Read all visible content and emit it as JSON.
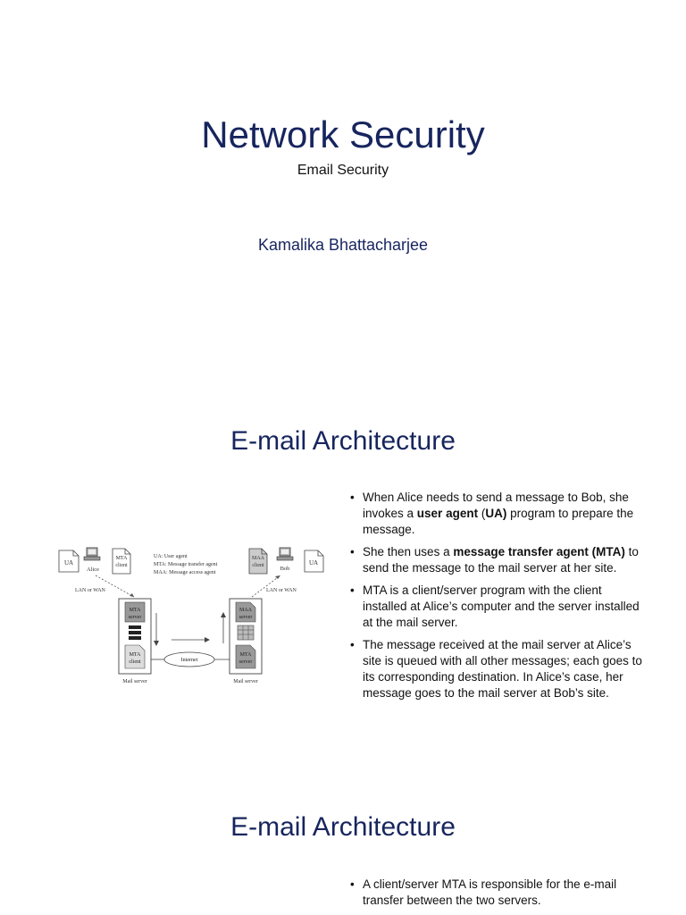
{
  "slide1": {
    "title": "Network Security",
    "subtitle": "Email Security",
    "author": "Kamalika Bhattacharjee"
  },
  "slide2": {
    "title": "E-mail Architecture",
    "diagram": {
      "ua_label": "UA",
      "alice_label": "Alice",
      "bob_label": "Bob",
      "mta_client_label_1": "MTA",
      "mta_client_label_2": "client",
      "maa_client_label_1": "MAA",
      "maa_client_label_2": "client",
      "lan_wan_label": "LAN or WAN",
      "legend_ua": "UA: User agent",
      "legend_mta": "MTA: Message transfer agent",
      "legend_maa": "MAA: Message access agent",
      "mta_server_label_1": "MTA",
      "mta_server_label_2": "server",
      "maa_server_label_1": "MAA",
      "maa_server_label_2": "server",
      "internet_label": "Internet",
      "mail_server_label": "Mail server"
    },
    "bullets": [
      {
        "pre": "When Alice needs to send a message to Bob, she invokes a ",
        "b1": "user agent",
        "mid": " (",
        "b2": "UA)",
        "post": " program to prepare the message."
      },
      {
        "pre": "She then uses a ",
        "b1": "message transfer agent (MTA)",
        "post": " to send the message to the mail server at her site."
      },
      {
        "pre": "MTA is a client/server program with the client installed at Alice’s computer and the server installed at the mail server."
      },
      {
        "pre": "The message received at the mail server at Alice’s site is queued with all other messages; each goes to its corresponding destination. In Alice’s case, her message goes to the mail server at Bob’s site."
      }
    ]
  },
  "slide3": {
    "title": "E-mail Architecture",
    "bullets": [
      {
        "pre": "A client/server MTA is responsible for the e-mail transfer between the two servers."
      }
    ]
  }
}
